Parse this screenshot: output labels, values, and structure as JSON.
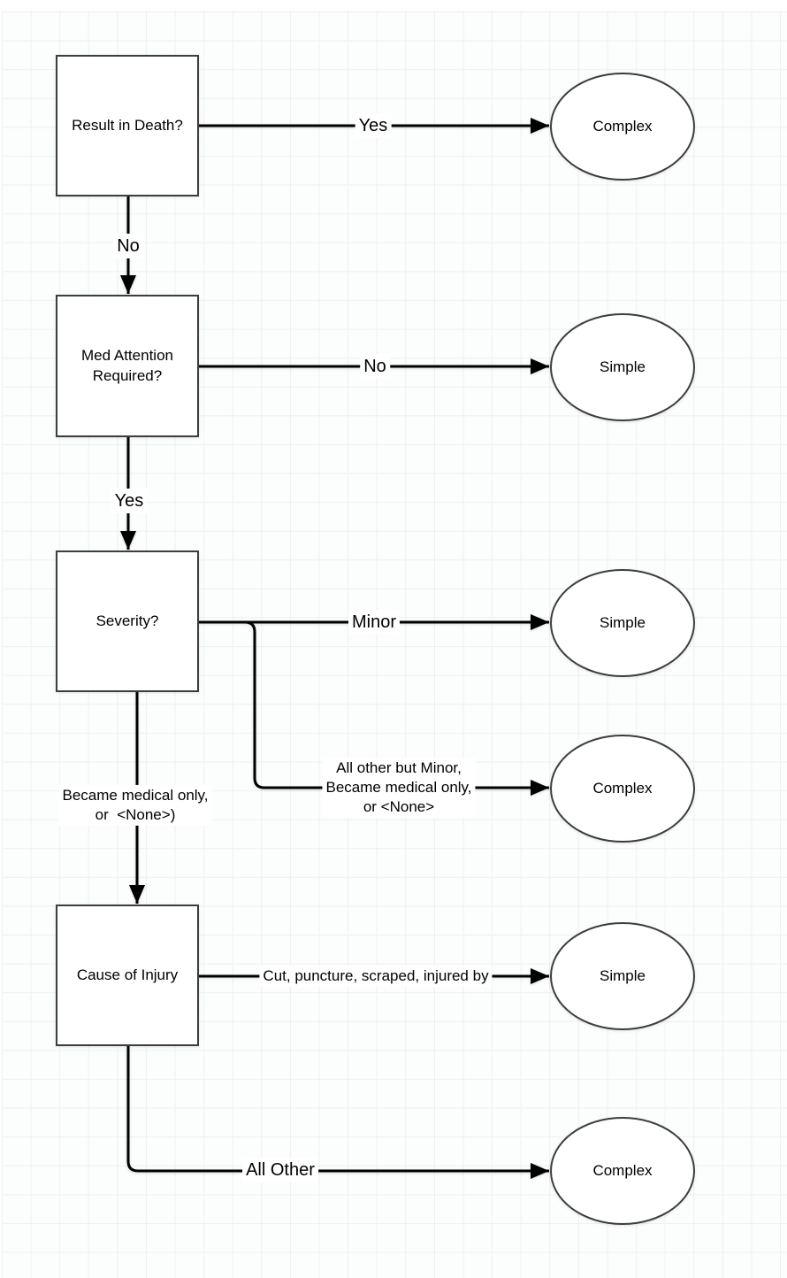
{
  "diagram": {
    "title_hint": "Injury classification flowchart",
    "colors": {
      "edge_line": "#000000",
      "shape_border": "#3d3d3d",
      "shape_fill": "#ffffff",
      "grid_line": "#edf1f1",
      "canvas_background": "#fcfdfd",
      "text": "#000000"
    },
    "decisions": {
      "result_in_death": {
        "label": "Result in Death?"
      },
      "med_attention": {
        "label": "Med Attention\nRequired?"
      },
      "severity": {
        "label": "Severity?"
      },
      "cause_of_injury": {
        "label": "Cause of Injury"
      }
    },
    "outcomes": {
      "death_complex": {
        "label": "Complex"
      },
      "med_simple": {
        "label": "Simple"
      },
      "severity_simple": {
        "label": "Simple"
      },
      "severity_complex": {
        "label": "Complex"
      },
      "cause_simple": {
        "label": "Simple"
      },
      "cause_complex": {
        "label": "Complex"
      }
    },
    "edge_labels": {
      "death_yes": "Yes",
      "death_no": "No",
      "med_no": "No",
      "med_yes": "Yes",
      "severity_minor": "Minor",
      "severity_complex_branch": "All other but Minor,\nBecame medical only,\nor <None>",
      "severity_to_cause": "Became medical only,\nor  <None>)",
      "cause_cut": "Cut, puncture, scraped, injured by",
      "cause_all_other": "All Other"
    }
  }
}
